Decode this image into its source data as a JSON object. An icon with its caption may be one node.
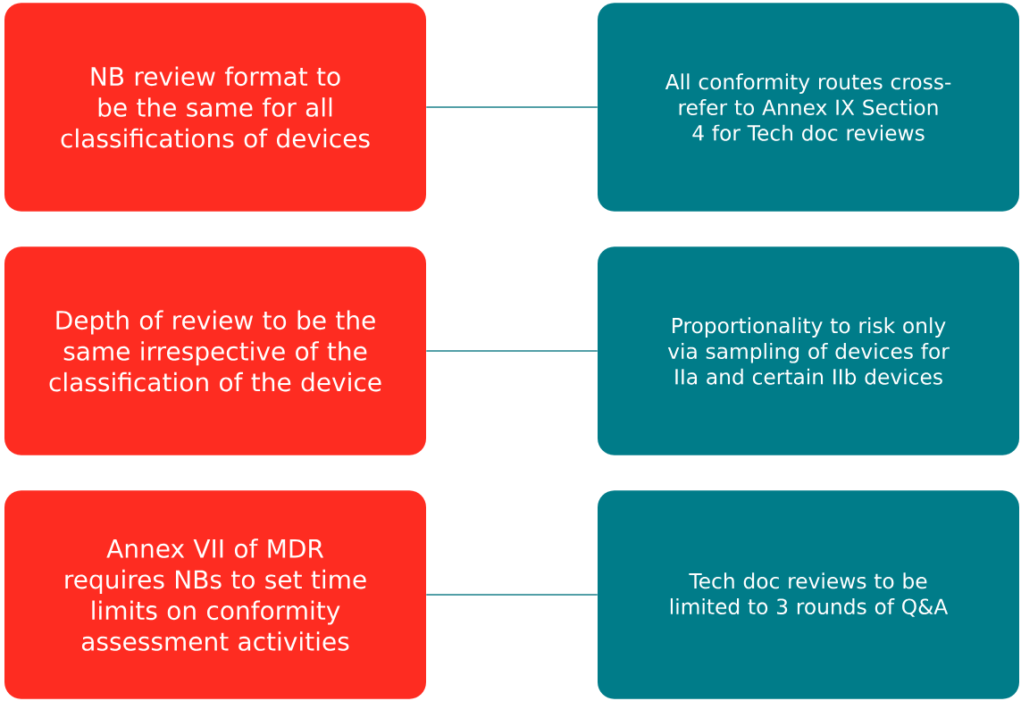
{
  "diagram": {
    "nodes": [
      {
        "text": [
          "NB review format to be the same for all classifications of devices"
        ]
      },
      {
        "text": [
          "All conformity routes cross-refer to Annex IX Section 4 for Tech doc reviews"
        ]
      },
      {
        "text": [
          "Depth of review to be the same irrespective of the classification of the device"
        ]
      },
      {
        "text": [
          "Proportionality to risk only via sampling of devices for IIa and certain IIb devices"
        ]
      },
      {
        "text": [
          "Annex VII of MDR requires NBs to set time limits on conformity assessment activities"
        ]
      },
      {
        "text": [
          "Tech doc reviews to be limited to 3 rounds of Q&A"
        ]
      }
    ],
    "edges": [
      {
        "from": 0,
        "to": 1,
        "arrow": "none"
      },
      {
        "from": 2,
        "to": 3,
        "arrow": "none"
      },
      {
        "from": 4,
        "to": 5,
        "arrow": "none"
      }
    ]
  }
}
